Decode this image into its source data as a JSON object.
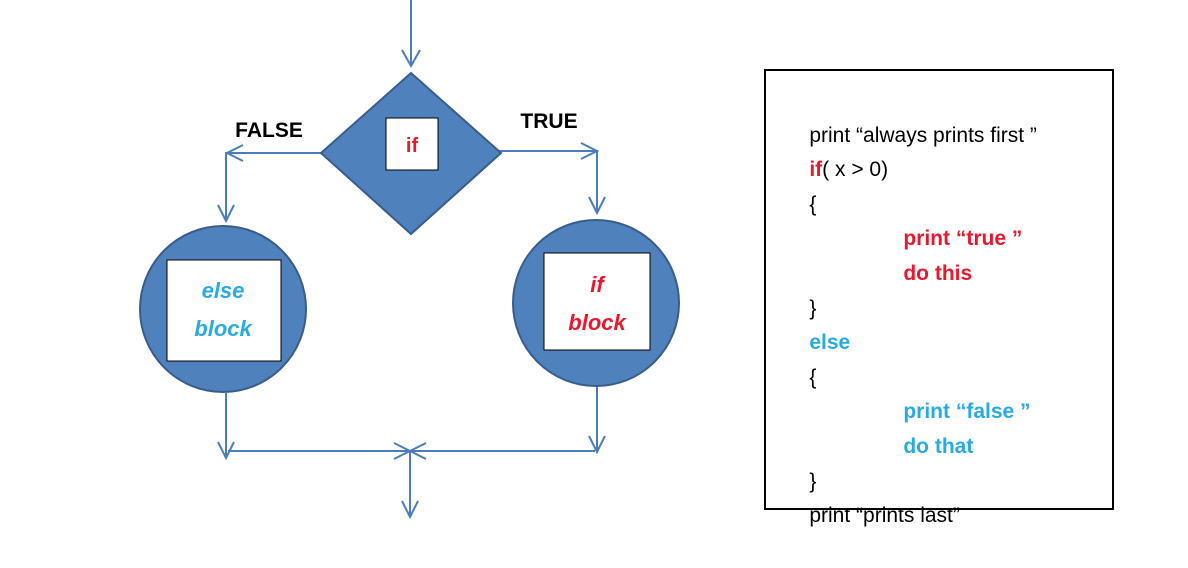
{
  "colors": {
    "line": "#4a7ebb",
    "shape_fill": "#4f81bd",
    "shape_stroke": "#385d8a",
    "if_red": "#e8192c",
    "else_blue": "#29abe2",
    "text_black": "#000000"
  },
  "diagram": {
    "false_label": "FALSE",
    "true_label": "TRUE",
    "decision_label": "if",
    "else_block": {
      "line1": "else",
      "line2": "block"
    },
    "if_block": {
      "line1": "if",
      "line2": "block"
    }
  },
  "code": {
    "line1": "print “always prints first ”",
    "line2_keyword": "if",
    "line2_rest": "( x > 0)",
    "line3": "{",
    "line4": "print “true ”",
    "line5": "do this",
    "line6": "}",
    "line7": "else",
    "line8": "{",
    "line9": "print “false ”",
    "line10": "do that",
    "line11": "}",
    "line12": "print “prints last”"
  }
}
